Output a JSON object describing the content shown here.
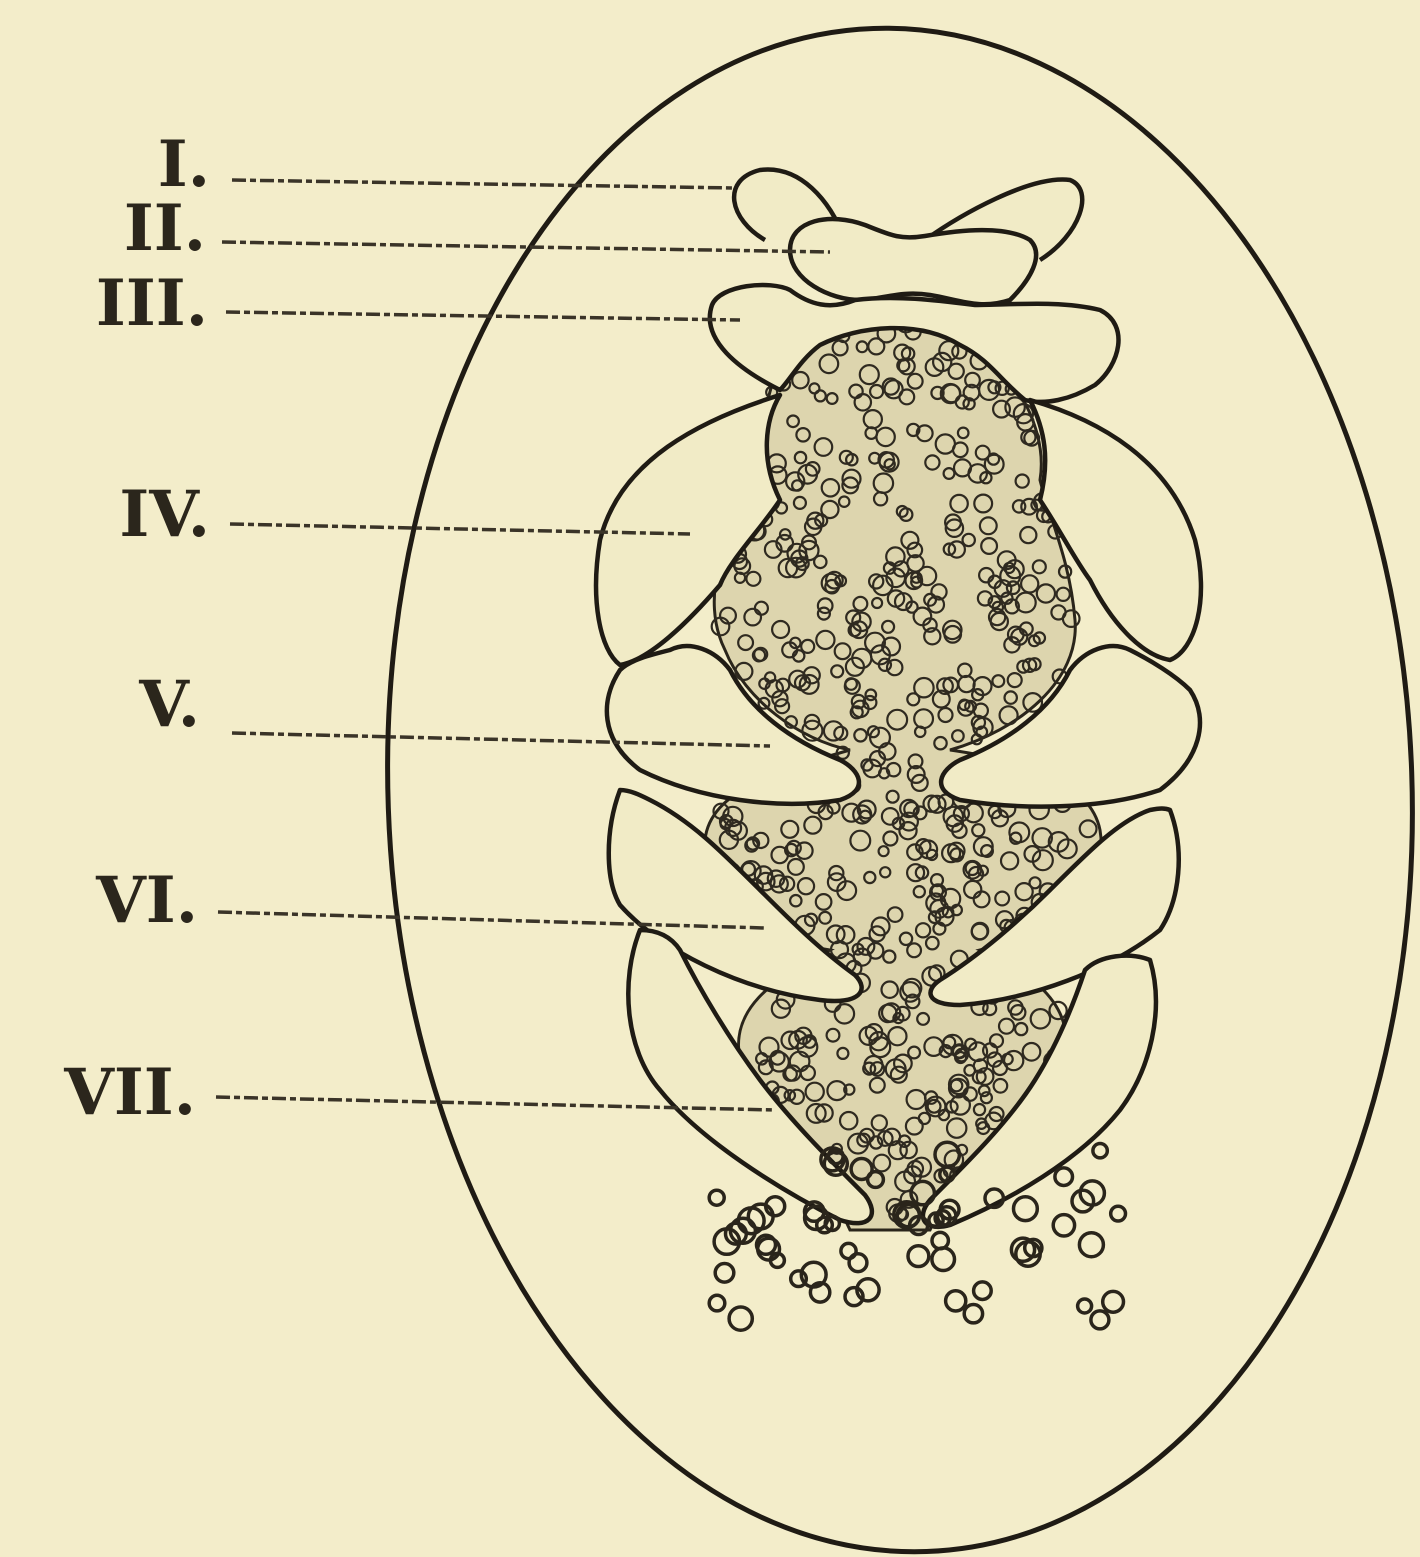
{
  "figure": {
    "labels": [
      "I.",
      "II.",
      "III.",
      "IV.",
      "V.",
      "VI.",
      "VII."
    ]
  },
  "colors": {
    "paper": "#f3edca",
    "ink": "#1f1b14"
  }
}
